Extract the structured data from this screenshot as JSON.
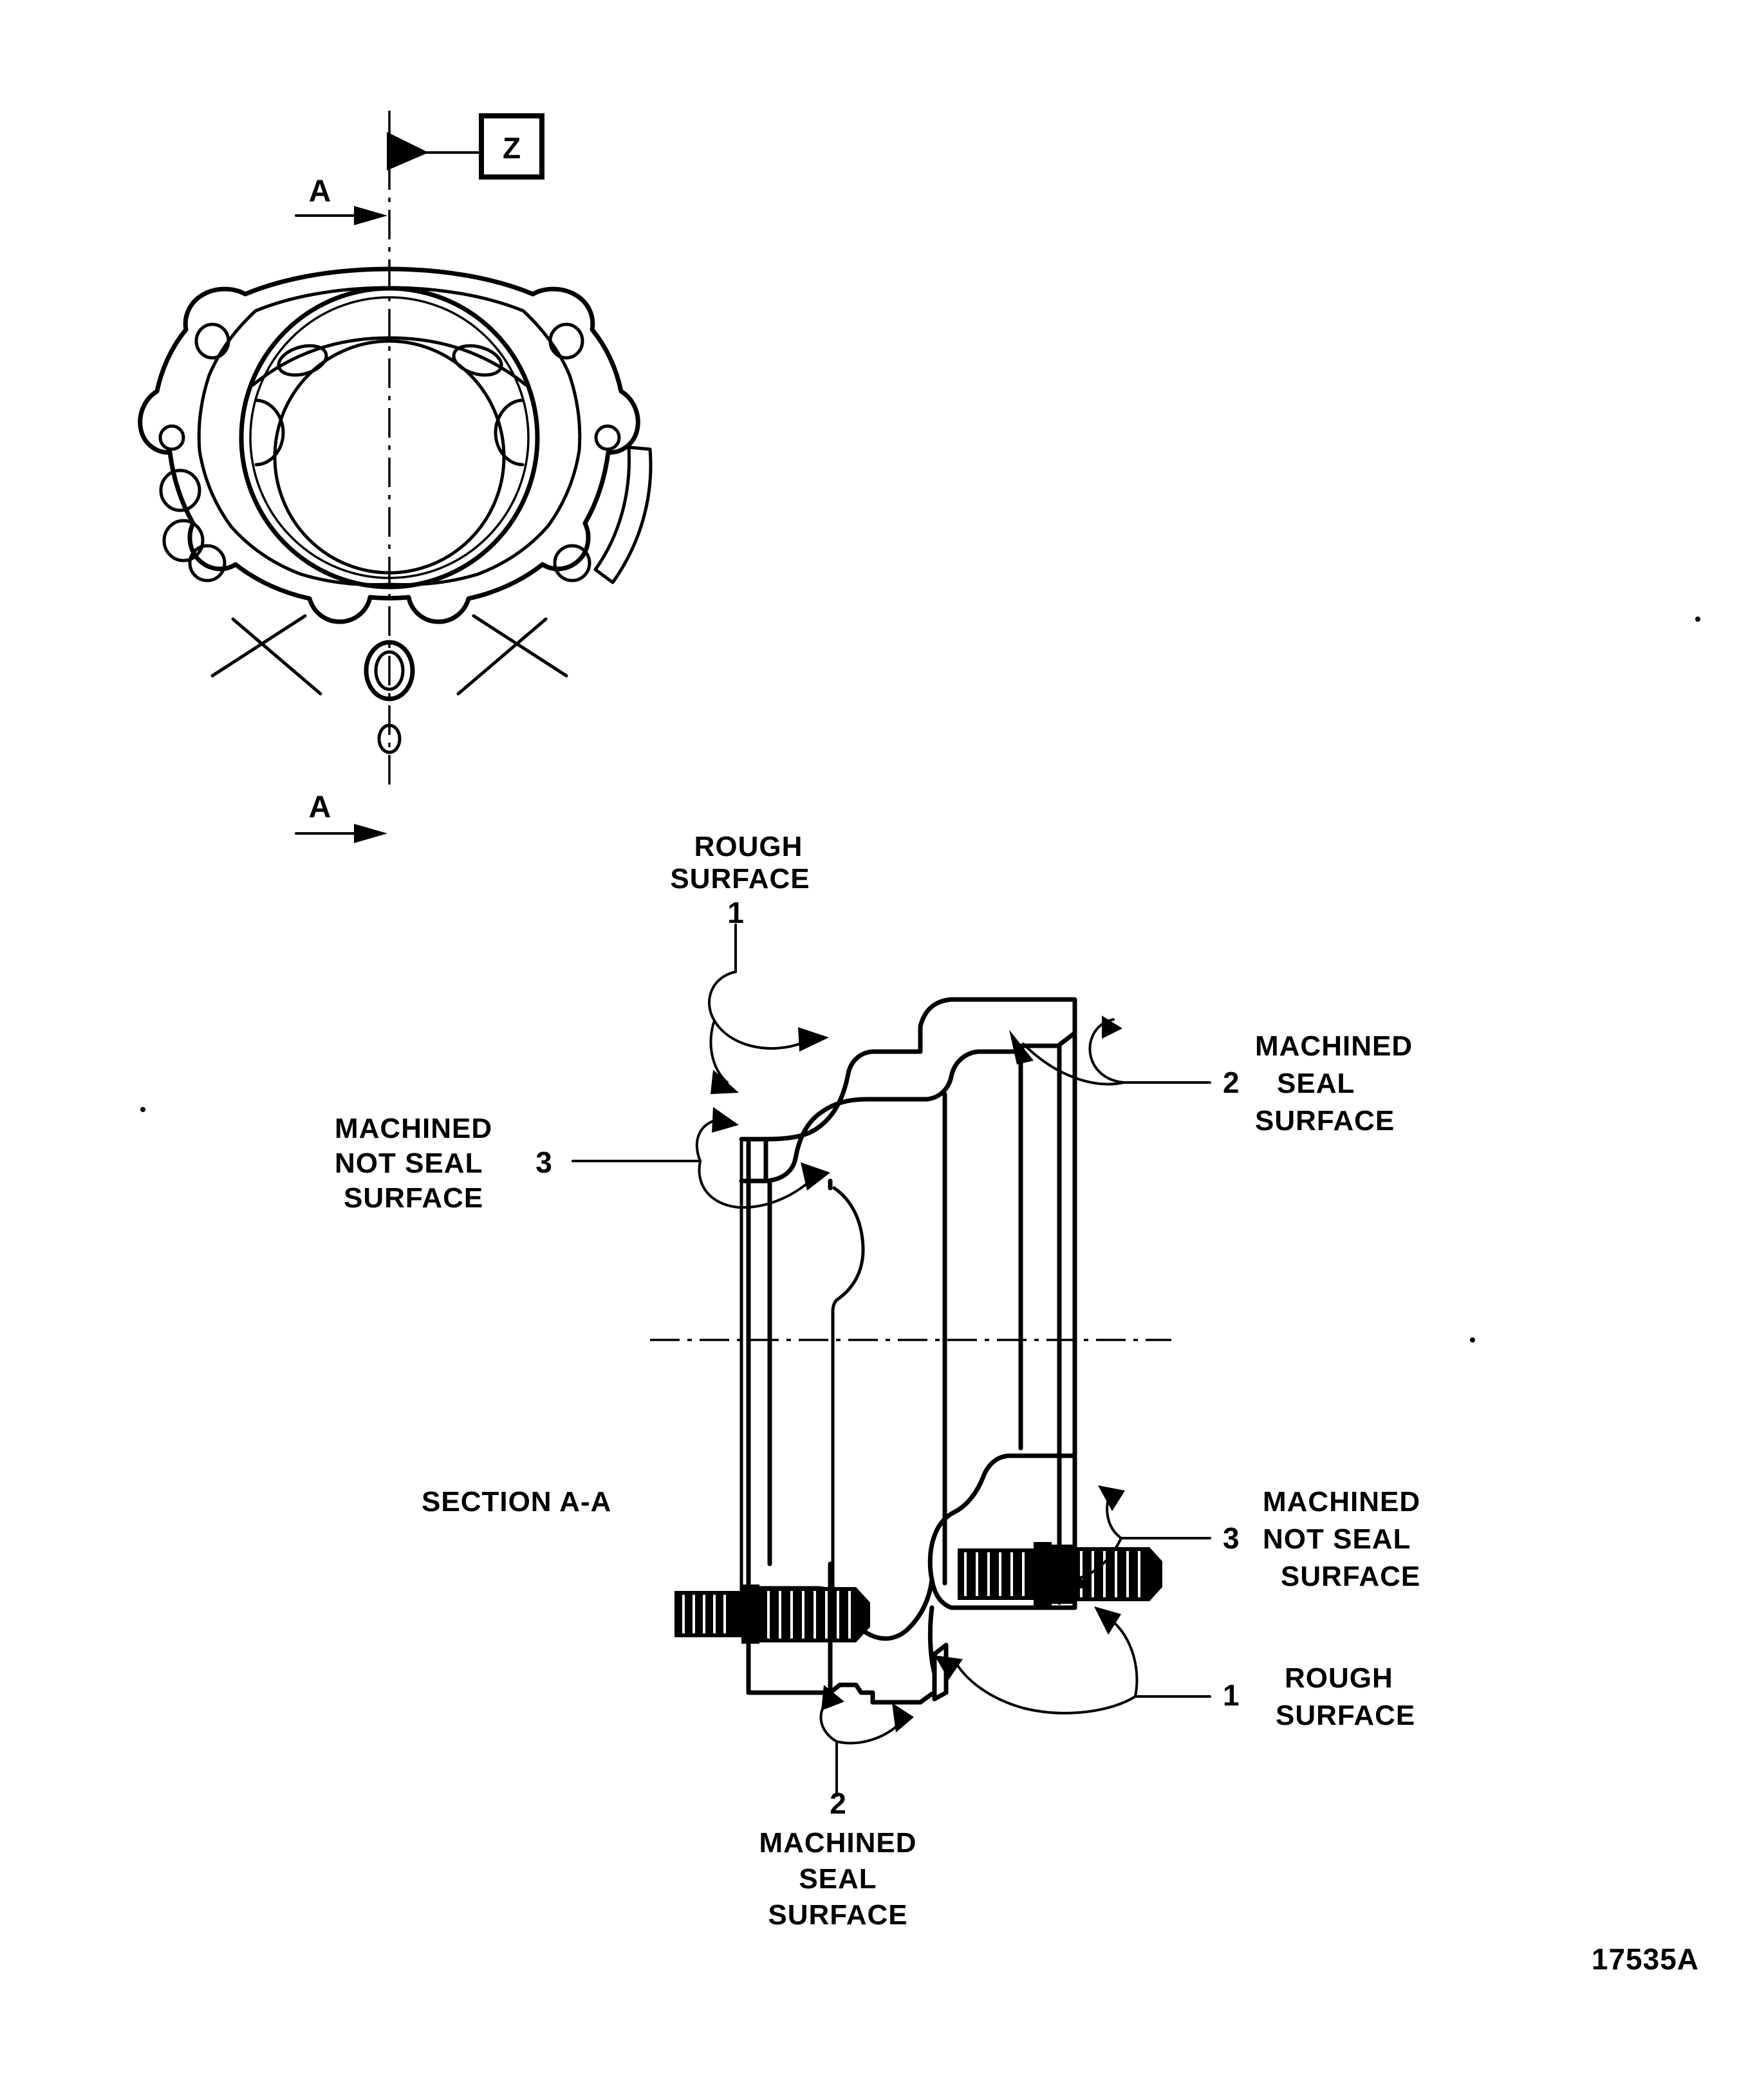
{
  "sheet": {
    "part_number": "17535A",
    "zone_tag": "Z"
  },
  "top_view": {
    "section_marker_top": "A",
    "section_marker_bottom": "A"
  },
  "section_view": {
    "title": "SECTION A-A",
    "callouts": [
      {
        "id": "rough-surface-top",
        "number": "1",
        "lines": [
          "ROUGH",
          "SURFACE"
        ]
      },
      {
        "id": "machined-seal-surface-right",
        "number": "2",
        "lines": [
          "MACHINED",
          "SEAL",
          "SURFACE"
        ]
      },
      {
        "id": "machined-not-seal-surface-left",
        "number": "3",
        "lines": [
          "MACHINED",
          "NOT SEAL",
          "SURFACE"
        ]
      },
      {
        "id": "machined-not-seal-surface-right",
        "number": "3",
        "lines": [
          "MACHINED",
          "NOT SEAL",
          "SURFACE"
        ]
      },
      {
        "id": "rough-surface-bottom",
        "number": "1",
        "lines": [
          "ROUGH",
          "SURFACE"
        ]
      },
      {
        "id": "machined-seal-surface-bottom",
        "number": "2",
        "lines": [
          "MACHINED",
          "SEAL",
          "SURFACE"
        ]
      }
    ]
  },
  "colors": {
    "line": "#000000",
    "background": "#ffffff"
  }
}
